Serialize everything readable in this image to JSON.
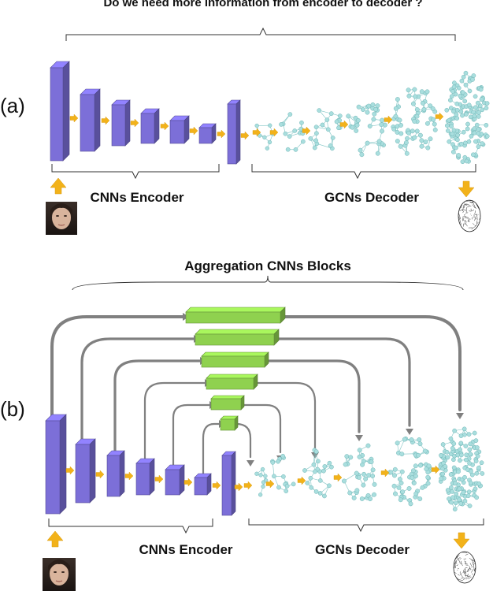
{
  "panel_a": {
    "top_question": "Do we need more information from encoder to decoder ?",
    "part_label": "(a)",
    "encoder_label": "CNNs Encoder",
    "decoder_label": "GCNs Decoder"
  },
  "panel_b": {
    "part_label": "(b)",
    "aggregation_label": "Aggregation CNNs Blocks",
    "encoder_label": "CNNs Encoder",
    "decoder_label": "GCNs Decoder"
  },
  "colors": {
    "encoder_block": "#7c6fd8",
    "aggregation_block": "#8fd14f",
    "arrow_small": "#f2b21a",
    "skip_arrow": "#808080",
    "graph_node": "#a9dede",
    "graph_edge": "#7fc4c4"
  },
  "icons": {
    "input_face": "face-photo-icon",
    "output_mesh": "mesh-face-icon"
  }
}
